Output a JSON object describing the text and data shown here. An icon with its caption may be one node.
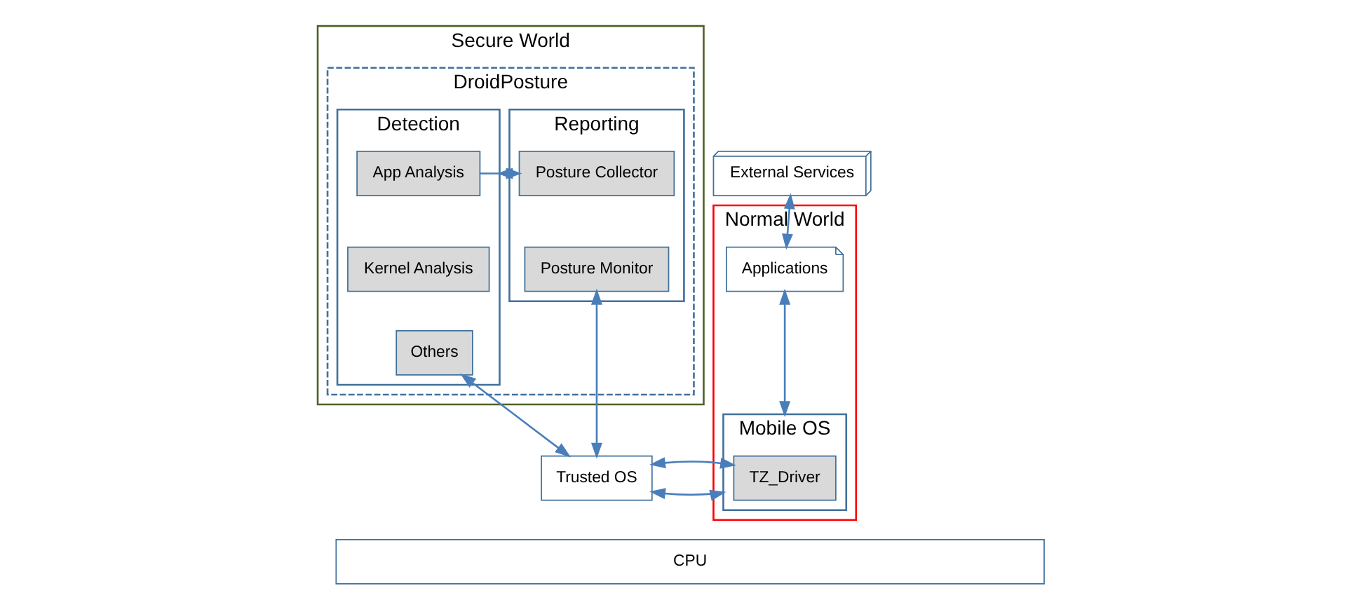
{
  "diagram": {
    "nodes": [
      {
        "text": [
          "Secure World"
        ]
      },
      {
        "text": [
          "DroidPosture"
        ],
        "in": 0
      },
      {
        "text": [
          "Detection"
        ],
        "in": 1
      },
      {
        "text": [
          "App Analysis"
        ],
        "in": 2
      },
      {
        "text": [
          "Kernel Analysis"
        ],
        "in": 2
      },
      {
        "text": [
          "Others"
        ],
        "in": 2
      },
      {
        "text": [
          "Reporting"
        ],
        "in": 1
      },
      {
        "text": [
          "Posture Collector"
        ],
        "in": 6
      },
      {
        "text": [
          "Posture Monitor"
        ],
        "in": 6
      },
      {
        "text": [
          "Trusted OS"
        ]
      },
      {
        "text": [
          "Normal World"
        ]
      },
      {
        "text": [
          "Applications"
        ],
        "in": 10
      },
      {
        "text": [
          "Mobile OS"
        ],
        "in": 10
      },
      {
        "text": [
          "TZ_Driver"
        ],
        "in": 12
      },
      {
        "text": [
          "External Services"
        ]
      },
      {
        "text": [
          "CPU"
        ]
      }
    ],
    "edges": [
      {
        "from": 6,
        "to": 2,
        "arrow": "to"
      },
      {
        "from": 3,
        "to": 7,
        "arrow": "to"
      },
      {
        "from": 5,
        "to": 9,
        "arrow": "both"
      },
      {
        "from": 8,
        "to": 9,
        "arrow": "both"
      },
      {
        "from": 11,
        "to": 12,
        "arrow": "both"
      },
      {
        "from": 11,
        "to": 14,
        "arrow": "both"
      },
      {
        "from": 9,
        "to": 12,
        "arrow": "both"
      },
      {
        "from": 9,
        "to": 13,
        "arrow": "both"
      }
    ]
  }
}
